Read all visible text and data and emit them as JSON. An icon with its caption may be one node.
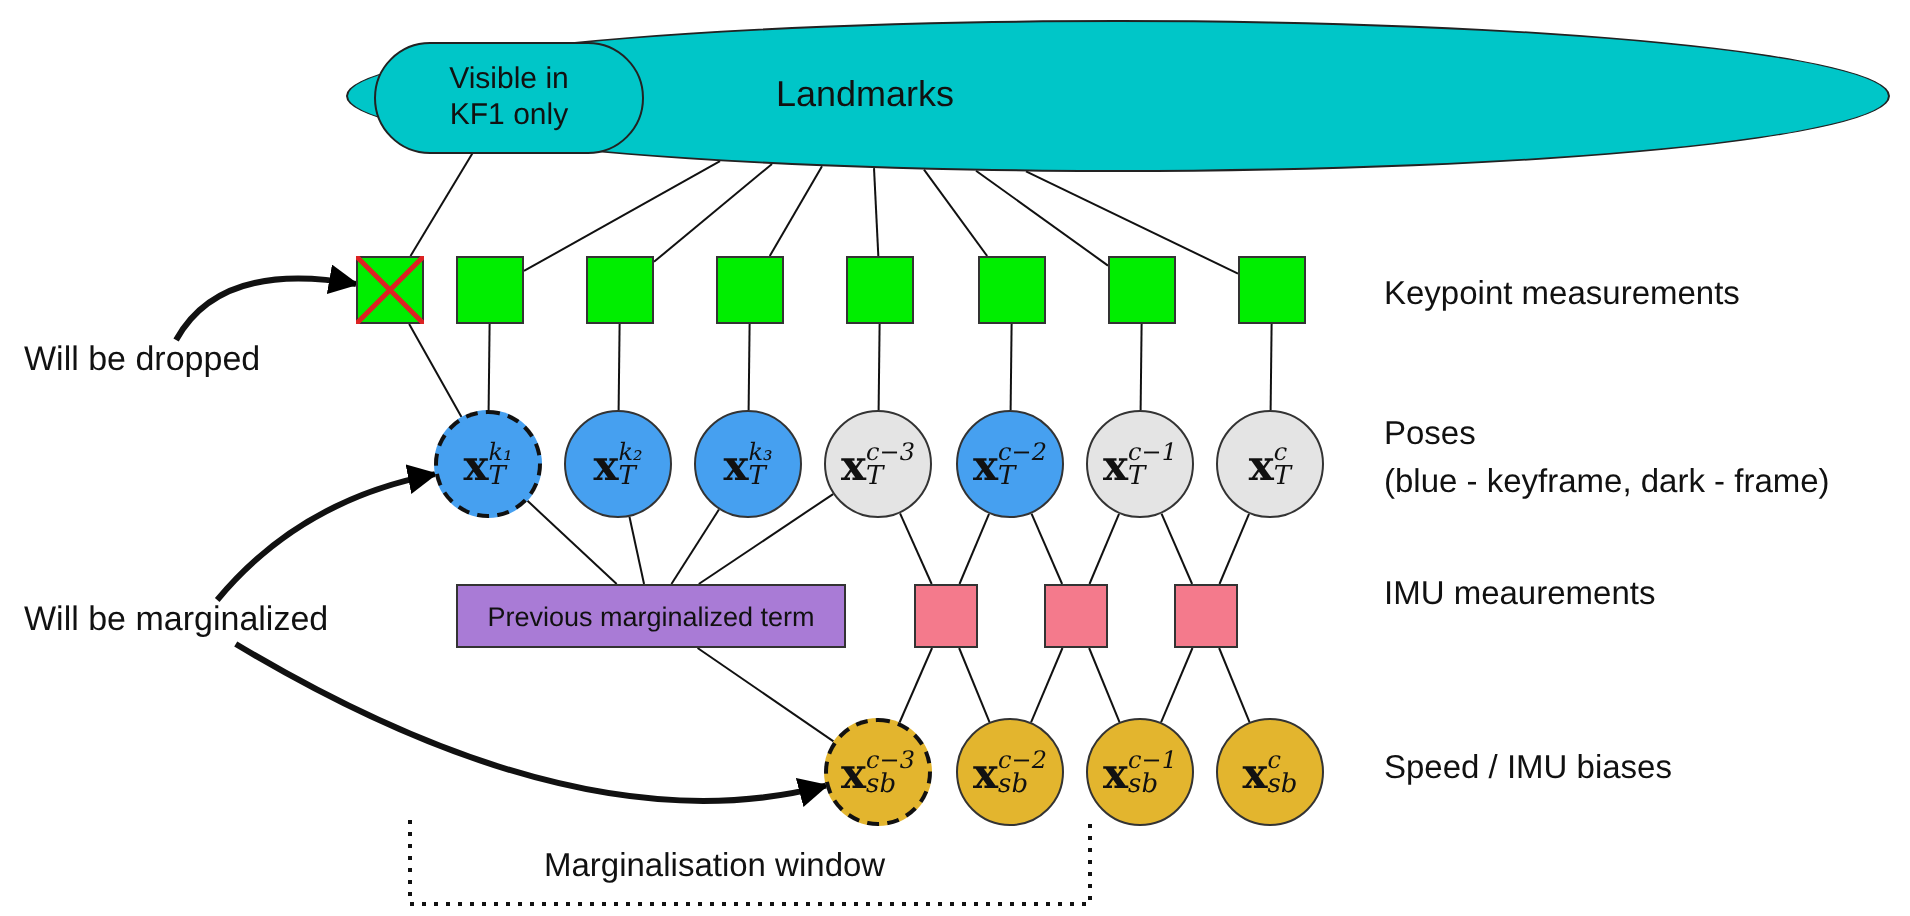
{
  "diagram": {
    "nodes": [
      {
        "text": [
          "Landmarks"
        ]
      },
      {
        "text": [
          "Visible in KF1 only"
        ],
        "in": 0
      },
      {
        "text": [],
        "shape": "box"
      },
      {
        "text": [],
        "shape": "box"
      },
      {
        "text": [],
        "shape": "box"
      },
      {
        "text": [],
        "shape": "box"
      },
      {
        "text": [],
        "shape": "box"
      },
      {
        "text": [],
        "shape": "box"
      },
      {
        "text": [],
        "shape": "box"
      },
      {
        "text": [],
        "shape": "box"
      },
      {
        "text": [
          "**x**$^{k₁}$$_{T}$"
        ]
      },
      {
        "text": [
          "**x**$^{k₂}$$_{T}$"
        ]
      },
      {
        "text": [
          "**x**$^{k₃}$$_{T}$"
        ]
      },
      {
        "text": [
          "**x**$^{c−3}$$_{T}$"
        ]
      },
      {
        "text": [
          "**x**$^{c−2}$$_{T}$"
        ]
      },
      {
        "text": [
          "**x**$^{c−1}$$_{T}$"
        ]
      },
      {
        "text": [
          "**x**$^{c}$$_{T}$"
        ]
      },
      {
        "text": [
          "Previous marginalized term"
        ]
      },
      {
        "text": [],
        "shape": "box"
      },
      {
        "text": [],
        "shape": "box"
      },
      {
        "text": [],
        "shape": "box"
      },
      {
        "text": [
          "**x**$^{c−3}$$_{sb}$"
        ]
      },
      {
        "text": [
          "**x**$^{c−2}$$_{sb}$"
        ]
      },
      {
        "text": [
          "**x**$^{c−1}$$_{sb}$"
        ]
      },
      {
        "text": [
          "**x**$^{c}$$_{sb}$"
        ]
      },
      {
        "text": [
          "Will be dropped"
        ]
      },
      {
        "text": [
          "Will be marginalized"
        ]
      }
    ],
    "edges": [
      {
        "from": 0,
        "to": 3,
        "arrow": "none"
      },
      {
        "from": 0,
        "to": 4,
        "arrow": "none"
      },
      {
        "from": 0,
        "to": 5,
        "arrow": "none"
      },
      {
        "from": 0,
        "to": 6,
        "arrow": "none"
      },
      {
        "from": 0,
        "to": 7,
        "arrow": "none"
      },
      {
        "from": 0,
        "to": 8,
        "arrow": "none"
      },
      {
        "from": 0,
        "to": 9,
        "arrow": "none"
      },
      {
        "from": 1,
        "to": 2,
        "arrow": "none"
      },
      {
        "from": 2,
        "to": 10,
        "arrow": "none"
      },
      {
        "from": 3,
        "to": 10,
        "arrow": "none"
      },
      {
        "from": 4,
        "to": 11,
        "arrow": "none"
      },
      {
        "from": 5,
        "to": 12,
        "arrow": "none"
      },
      {
        "from": 6,
        "to": 13,
        "arrow": "none"
      },
      {
        "from": 7,
        "to": 14,
        "arrow": "none"
      },
      {
        "from": 8,
        "to": 15,
        "arrow": "none"
      },
      {
        "from": 9,
        "to": 16,
        "arrow": "none"
      },
      {
        "from": 10,
        "to": 17,
        "arrow": "none"
      },
      {
        "from": 11,
        "to": 17,
        "arrow": "none"
      },
      {
        "from": 12,
        "to": 17,
        "arrow": "none"
      },
      {
        "from": 13,
        "to": 17,
        "arrow": "none"
      },
      {
        "from": 17,
        "to": 21,
        "arrow": "none"
      },
      {
        "from": 13,
        "to": 18,
        "arrow": "none"
      },
      {
        "from": 14,
        "to": 18,
        "arrow": "none"
      },
      {
        "from": 14,
        "to": 19,
        "arrow": "none"
      },
      {
        "from": 15,
        "to": 19,
        "arrow": "none"
      },
      {
        "from": 15,
        "to": 20,
        "arrow": "none"
      },
      {
        "from": 16,
        "to": 20,
        "arrow": "none"
      },
      {
        "from": 18,
        "to": 21,
        "arrow": "none"
      },
      {
        "from": 18,
        "to": 22,
        "arrow": "none"
      },
      {
        "from": 19,
        "to": 22,
        "arrow": "none"
      },
      {
        "from": 19,
        "to": 23,
        "arrow": "none"
      },
      {
        "from": 20,
        "to": 23,
        "arrow": "none"
      },
      {
        "from": 20,
        "to": 24,
        "arrow": "none"
      },
      {
        "from": 25,
        "to": 2,
        "arrow": "to",
        "style": "thick"
      },
      {
        "from": 26,
        "to": 10,
        "arrow": "to",
        "style": "thick"
      },
      {
        "from": 26,
        "to": 21,
        "arrow": "to",
        "style": "thick"
      }
    ],
    "labels": [
      "Keypoint measurements",
      "Poses",
      "(blue - keyframe, dark - frame)",
      "IMU meaurements",
      "Speed / IMU biases",
      "Marginalisation window"
    ]
  }
}
